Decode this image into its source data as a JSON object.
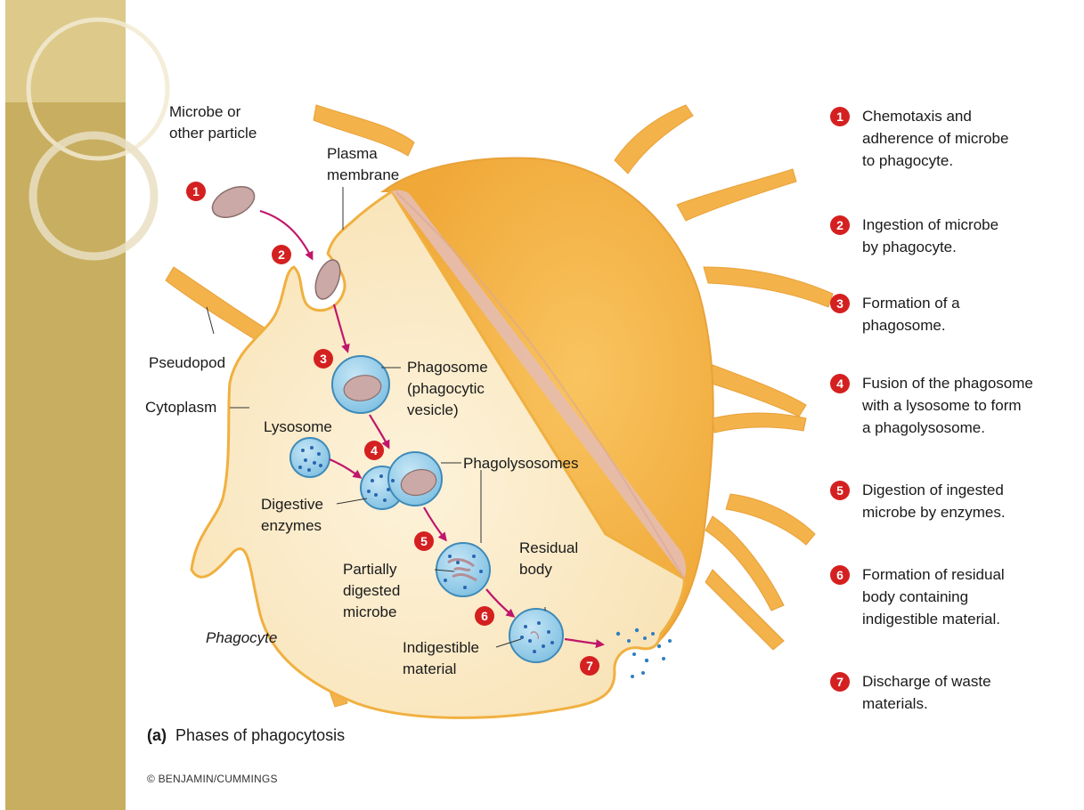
{
  "labels": {
    "microbe": "Microbe or\nother particle",
    "plasma_membrane": "Plasma\nmembrane",
    "pseudopod": "Pseudopod",
    "cytoplasm": "Cytoplasm",
    "phagosome": "Phagosome\n(phagocytic\nvesicle)",
    "lysosome": "Lysosome",
    "digestive_enzymes": "Digestive\nenzymes",
    "phagolysosomes": "Phagolysosomes",
    "partially_digested": "Partially\ndigested\nmicrobe",
    "residual_body": "Residual\nbody",
    "indigestible": "Indigestible\nmaterial",
    "phagocyte": "Phagocyte"
  },
  "markers": [
    "1",
    "2",
    "3",
    "4",
    "5",
    "6",
    "7"
  ],
  "steps": [
    {
      "num": "1",
      "text": "Chemotaxis and\nadherence of microbe\nto phagocyte."
    },
    {
      "num": "2",
      "text": "Ingestion of microbe\nby phagocyte."
    },
    {
      "num": "3",
      "text": "Formation of a\nphagosome."
    },
    {
      "num": "4",
      "text": "Fusion of the phagosome\nwith a lysosome to form\na phagolysosome."
    },
    {
      "num": "5",
      "text": "Digestion of ingested\nmicrobe by enzymes."
    },
    {
      "num": "6",
      "text": "Formation of residual\nbody containing\nindigestible material."
    },
    {
      "num": "7",
      "text": "Discharge of waste\nmaterials."
    }
  ],
  "caption": {
    "prefix": "(a)",
    "text": "Phases of phagocytosis"
  },
  "copyright": "© BENJAMIN/CUMMINGS",
  "colors": {
    "cell_fill": "#fbe9c6",
    "cell_outline": "#f0b040",
    "surface": "#f6b64a",
    "cut_face": "#e8c2b8",
    "vesicle": "#8fcbe8",
    "vesicle_edge": "#3f8ab8",
    "microbe": "#c9a8a4",
    "arrow": "#c0166a",
    "marker": "#d42020",
    "sidebar": "#c8ae60"
  }
}
